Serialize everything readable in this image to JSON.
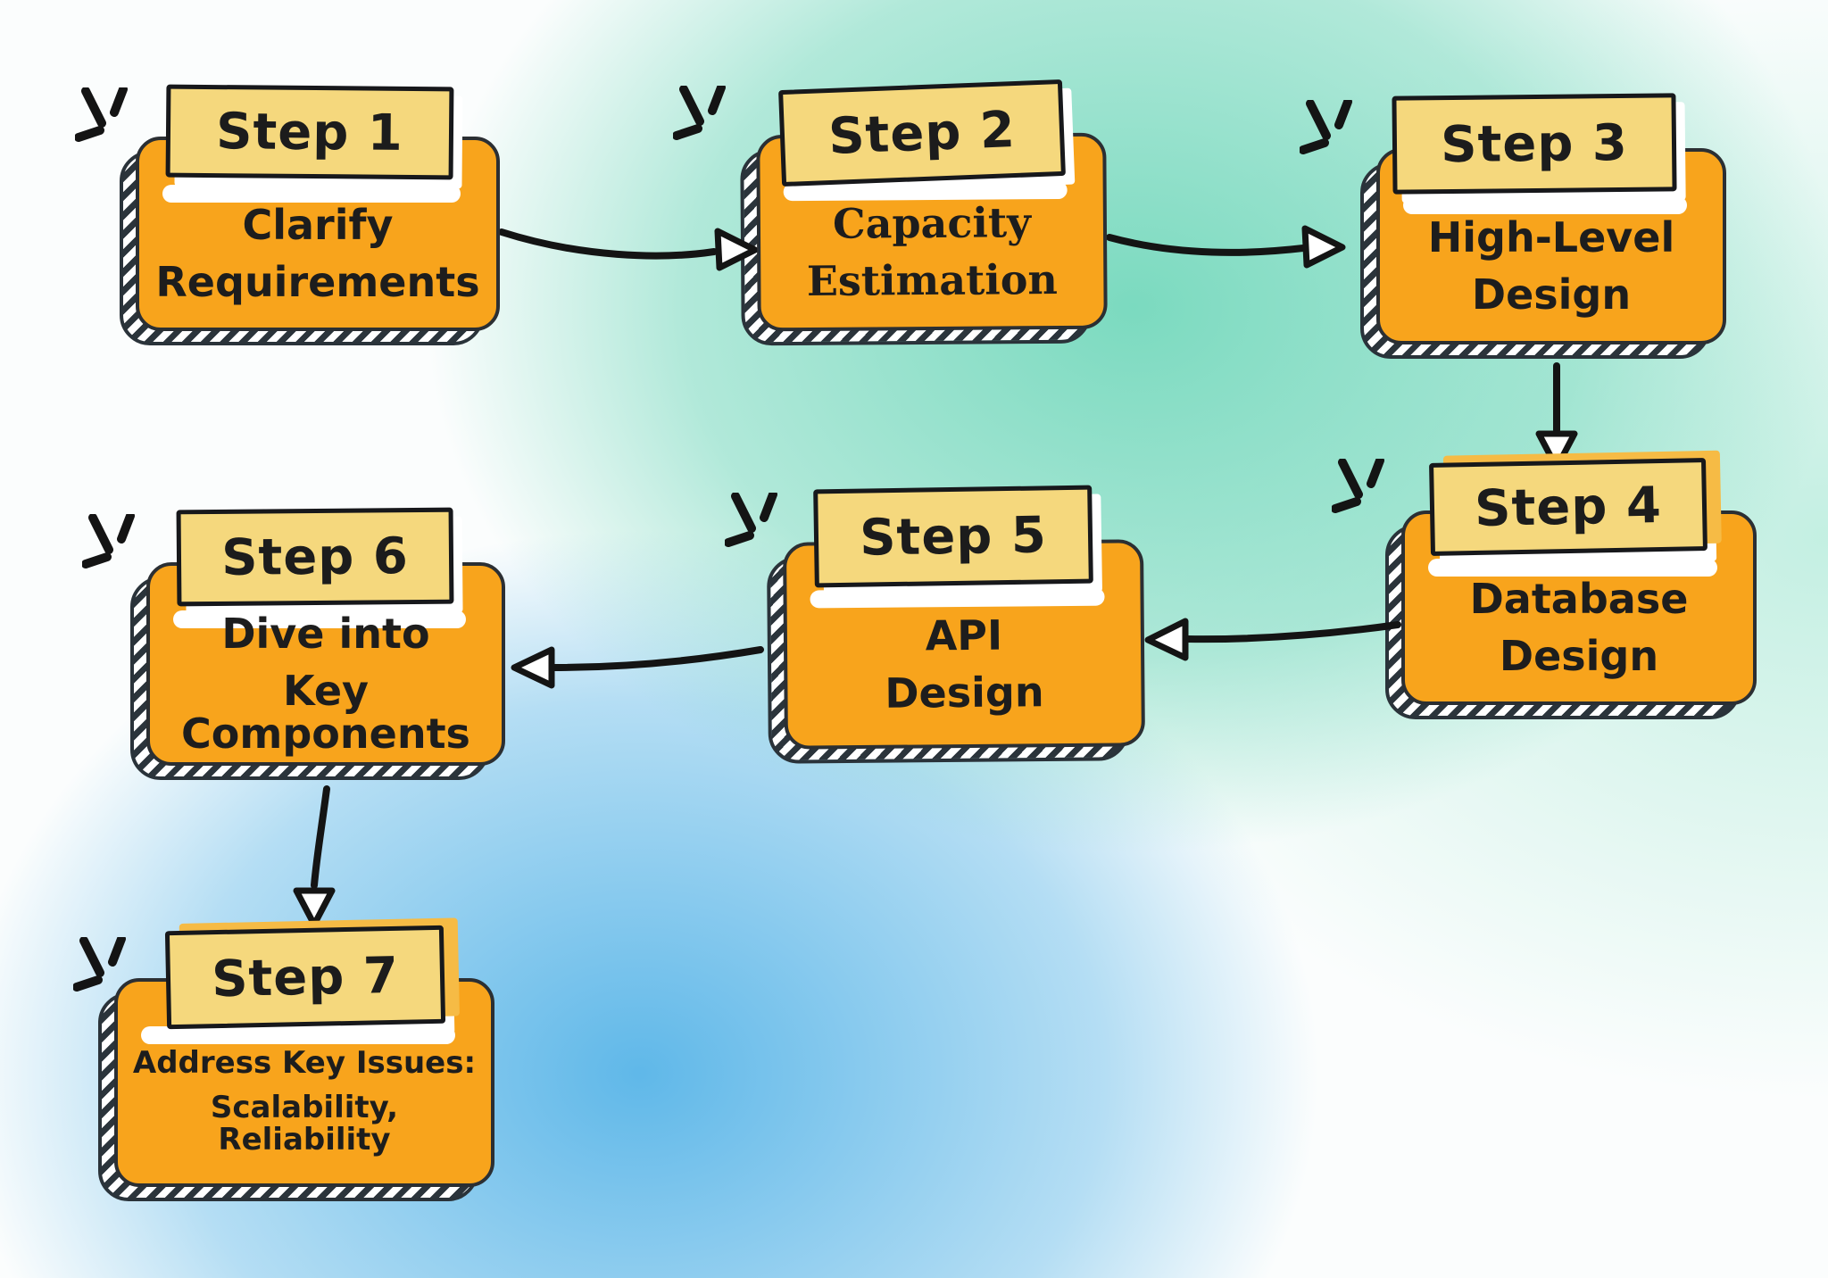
{
  "colors": {
    "card_orange": "#F8A41C",
    "label_yellow": "#F5D87D",
    "outline_black": "#17181B",
    "hatch_shadow_slate": "#2B343B",
    "label_shadow_orange": "#F6BB45",
    "label_shadow_white": "#FFFFFF",
    "background_teal": "#74D8BC",
    "background_blue": "#52B2E7",
    "arrow_black": "#141414"
  },
  "steps": [
    {
      "label": "Step 1",
      "line1": "Clarify",
      "line2": "Requirements"
    },
    {
      "label": "Step 2",
      "line1": "Capacity",
      "line2": "Estimation"
    },
    {
      "label": "Step 3",
      "line1": "High-Level",
      "line2": "Design"
    },
    {
      "label": "Step 4",
      "line1": "Database",
      "line2": "Design"
    },
    {
      "label": "Step 5",
      "line1": "API",
      "line2": "Design"
    },
    {
      "label": "Step 6",
      "line1": "Dive into",
      "line2": "Key Components"
    },
    {
      "label": "Step 7",
      "line1": "Address Key Issues:",
      "line2": "Scalability, Reliability"
    }
  ],
  "flow": [
    {
      "from": "Step 1",
      "to": "Step 2"
    },
    {
      "from": "Step 2",
      "to": "Step 3"
    },
    {
      "from": "Step 3",
      "to": "Step 4"
    },
    {
      "from": "Step 4",
      "to": "Step 5"
    },
    {
      "from": "Step 5",
      "to": "Step 6"
    },
    {
      "from": "Step 6",
      "to": "Step 7"
    }
  ]
}
